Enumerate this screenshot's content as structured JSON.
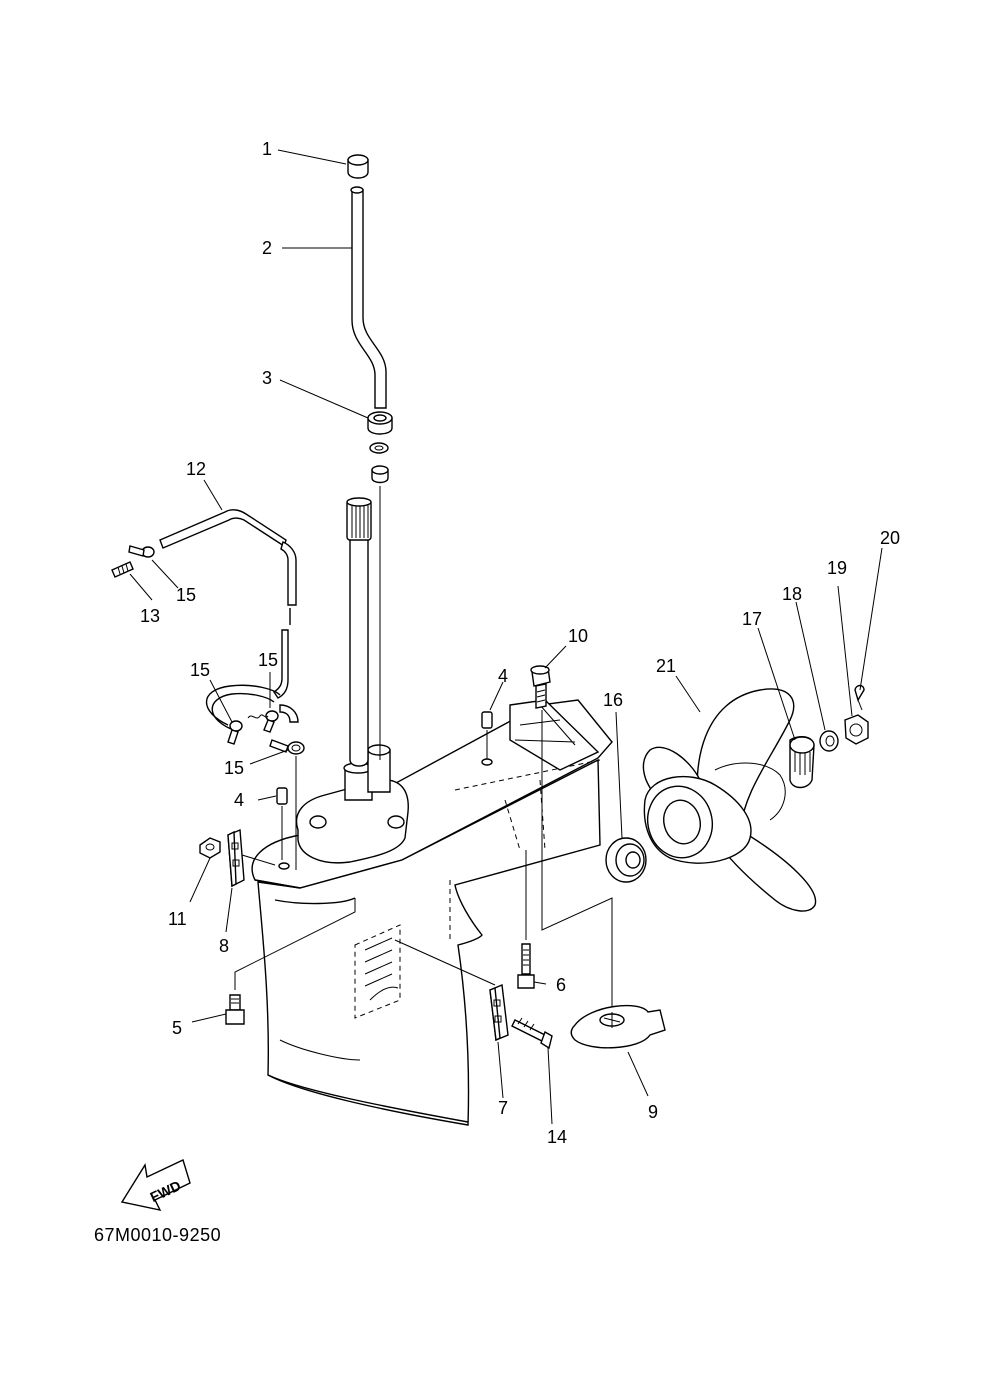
{
  "callouts": [
    {
      "id": "c1",
      "text": "1"
    },
    {
      "id": "c2",
      "text": "2"
    },
    {
      "id": "c3",
      "text": "3"
    },
    {
      "id": "c4a",
      "text": "4"
    },
    {
      "id": "c4b",
      "text": "4"
    },
    {
      "id": "c5",
      "text": "5"
    },
    {
      "id": "c6",
      "text": "6"
    },
    {
      "id": "c7",
      "text": "7"
    },
    {
      "id": "c8",
      "text": "8"
    },
    {
      "id": "c9",
      "text": "9"
    },
    {
      "id": "c10",
      "text": "10"
    },
    {
      "id": "c11",
      "text": "11"
    },
    {
      "id": "c12",
      "text": "12"
    },
    {
      "id": "c13",
      "text": "13"
    },
    {
      "id": "c14",
      "text": "14"
    },
    {
      "id": "c15a",
      "text": "15"
    },
    {
      "id": "c15b",
      "text": "15"
    },
    {
      "id": "c15c",
      "text": "15"
    },
    {
      "id": "c15d",
      "text": "15"
    },
    {
      "id": "c16",
      "text": "16"
    },
    {
      "id": "c17",
      "text": "17"
    },
    {
      "id": "c18",
      "text": "18"
    },
    {
      "id": "c19",
      "text": "19"
    },
    {
      "id": "c20",
      "text": "20"
    },
    {
      "id": "c21",
      "text": "21"
    }
  ],
  "fwd_label": "FWD",
  "diagram_code": "67M0010-9250"
}
